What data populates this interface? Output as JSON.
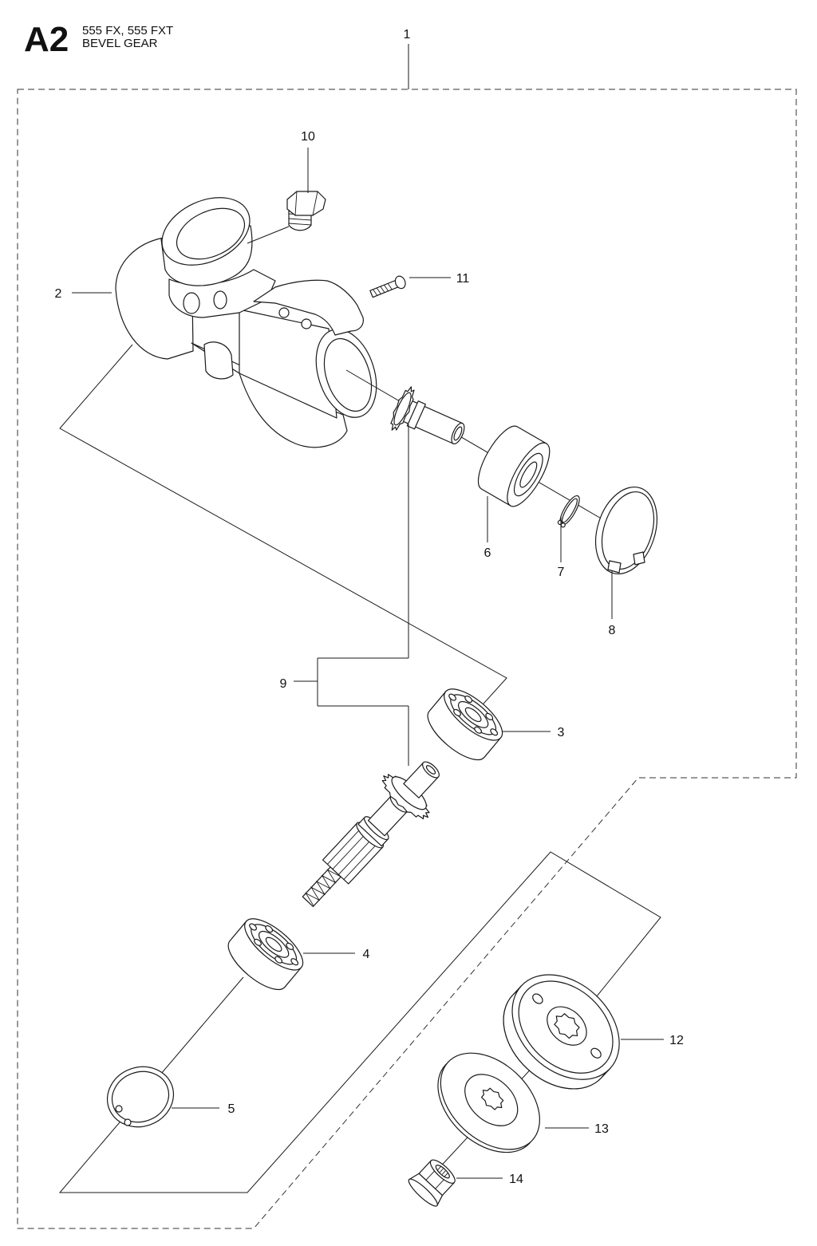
{
  "header": {
    "code": "A2",
    "models": "555 FX, 555 FXT",
    "title": "BEVEL GEAR"
  },
  "part_numbers": [
    "1",
    "2",
    "3",
    "4",
    "5",
    "6",
    "7",
    "8",
    "9",
    "10",
    "11",
    "12",
    "13",
    "14"
  ]
}
